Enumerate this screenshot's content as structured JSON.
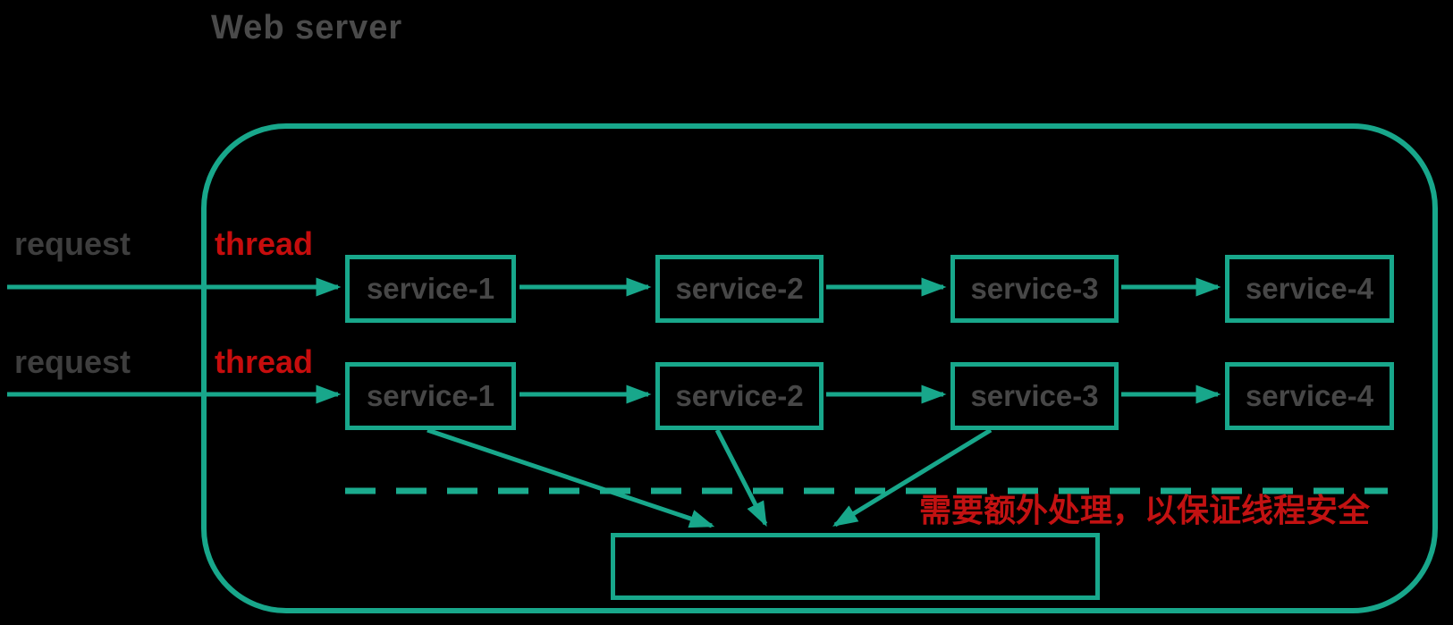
{
  "title": "Web server",
  "colors": {
    "accent_teal": "#18a78b",
    "alert_red": "#c60d0d",
    "text_gray": "#454545",
    "background": "#000000"
  },
  "rows": [
    {
      "request_label": "request",
      "thread_label": "thread",
      "services": [
        "service-1",
        "service-2",
        "service-3",
        "service-4"
      ]
    },
    {
      "request_label": "request",
      "thread_label": "thread",
      "services": [
        "service-1",
        "service-2",
        "service-3",
        "service-4"
      ]
    }
  ],
  "annotation": "需要额外处理，以保证线程安全"
}
